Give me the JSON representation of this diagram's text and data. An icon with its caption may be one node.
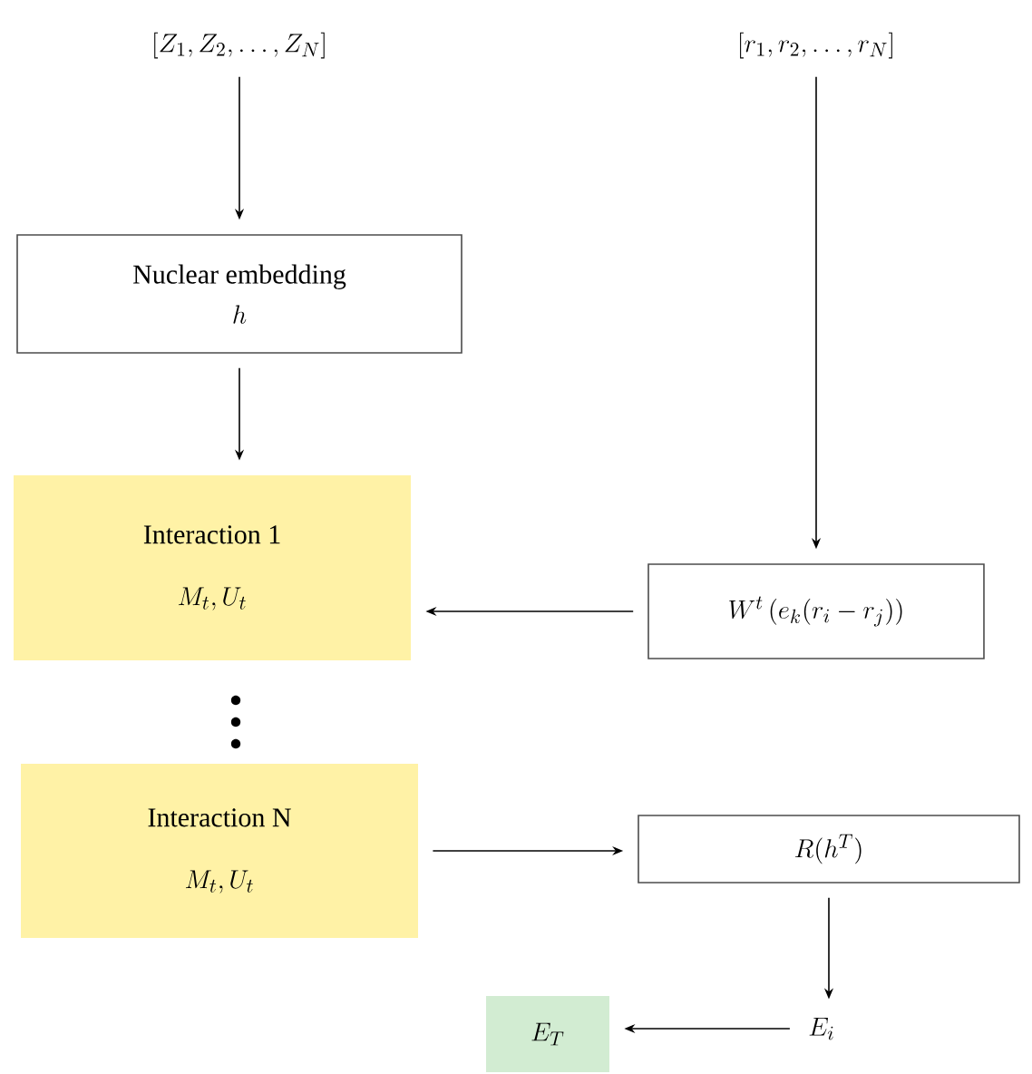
{
  "diagram": {
    "nodes": [
      {
        "text": [
          "[Z_1, Z_2, \\ldots, Z_N]"
        ]
      },
      {
        "text": [
          "[r_1, r_2, \\ldots, r_N]"
        ]
      },
      {
        "text": [
          "Nuclear embedding",
          "h"
        ]
      },
      {
        "text": [
          "Interaction 1",
          "M_t, U_t"
        ]
      },
      {
        "text": [
          "W^t\\left(e_k(r_i - r_j)\\right)"
        ]
      },
      {
        "text": [
          "Interaction N",
          "M_t, U_t"
        ]
      },
      {
        "text": [
          "R(h^T)"
        ]
      },
      {
        "text": [
          "E_i"
        ]
      },
      {
        "text": [
          "E_T"
        ]
      }
    ],
    "edges": [
      {
        "from": 0,
        "to": 2,
        "arrow": "to"
      },
      {
        "from": 2,
        "to": 3,
        "arrow": "to"
      },
      {
        "from": 1,
        "to": 4,
        "arrow": "to"
      },
      {
        "from": 4,
        "to": 3,
        "arrow": "to"
      },
      {
        "from": 5,
        "to": 6,
        "arrow": "to"
      },
      {
        "from": 6,
        "to": 7,
        "arrow": "to"
      },
      {
        "from": 7,
        "to": 8,
        "arrow": "to"
      }
    ]
  }
}
